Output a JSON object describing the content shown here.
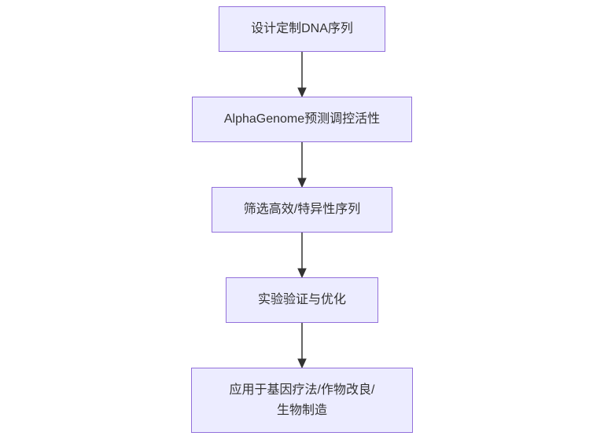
{
  "diagram": {
    "type": "flowchart",
    "direction": "top-down",
    "colors": {
      "page_bg": "#ffffff",
      "node_fill": "#ECECFF",
      "node_border": "#9370DB",
      "arrow_color": "#333333",
      "text_color": "#333333"
    },
    "nodes": [
      {
        "id": "A",
        "label": "设计定制DNA序列"
      },
      {
        "id": "B",
        "label": "AlphaGenome预测调控活性"
      },
      {
        "id": "C",
        "label": "筛选高效/特异性序列"
      },
      {
        "id": "D",
        "label": "实验验证与优化"
      },
      {
        "id": "E",
        "label": "应用于基因疗法/作物改良/\n生物制造"
      }
    ],
    "edges": [
      {
        "from": "A",
        "to": "B"
      },
      {
        "from": "B",
        "to": "C"
      },
      {
        "from": "C",
        "to": "D"
      },
      {
        "from": "D",
        "to": "E"
      }
    ]
  }
}
